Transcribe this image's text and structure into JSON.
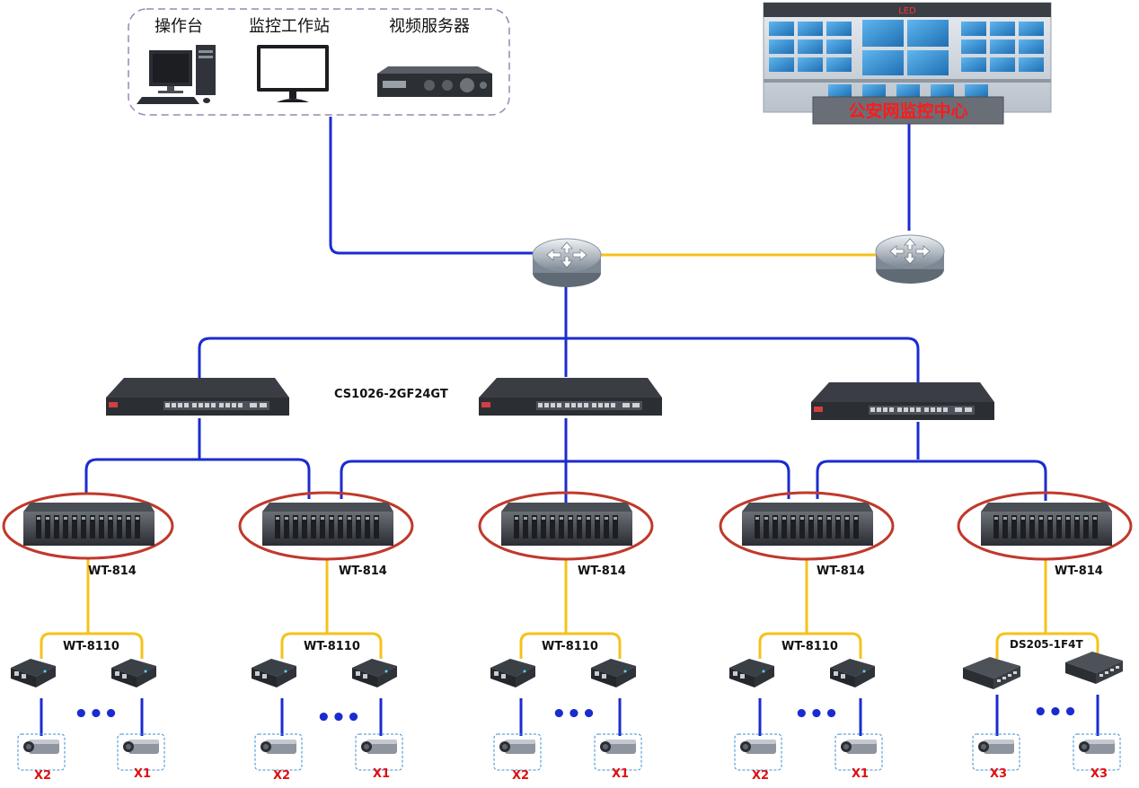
{
  "control_room": {
    "items": [
      {
        "label": "操作台",
        "icon": "console-pc-icon"
      },
      {
        "label": "监控工作站",
        "icon": "monitor-icon"
      },
      {
        "label": "视频服务器",
        "icon": "dvr-icon"
      }
    ]
  },
  "police_center": {
    "label": "公安网监控中心",
    "led": "LED"
  },
  "core_switch": {
    "label": "CS1026-2GF24GT"
  },
  "chassis": [
    {
      "label": "WT-814"
    },
    {
      "label": "WT-814"
    },
    {
      "label": "WT-814"
    },
    {
      "label": "WT-814"
    },
    {
      "label": "WT-814"
    }
  ],
  "groups": [
    {
      "label": "WT-8110",
      "dots": "•••",
      "cam_left": "X2",
      "cam_right": "X1"
    },
    {
      "label": "WT-8110",
      "dots": "•••",
      "cam_left": "X2",
      "cam_right": "X1"
    },
    {
      "label": "WT-8110",
      "dots": "•••",
      "cam_left": "X2",
      "cam_right": "X1"
    },
    {
      "label": "WT-8110",
      "dots": "•••",
      "cam_left": "X2",
      "cam_right": "X1"
    },
    {
      "label": "DS205-1F4T",
      "dots": "•••",
      "cam_left": "X3",
      "cam_right": "X3"
    }
  ],
  "colors": {
    "copper_link": "#1a2ccf",
    "fiber_link": "#f5c21b",
    "ellipse": "#c0392b",
    "camera_label": "#e01010"
  }
}
